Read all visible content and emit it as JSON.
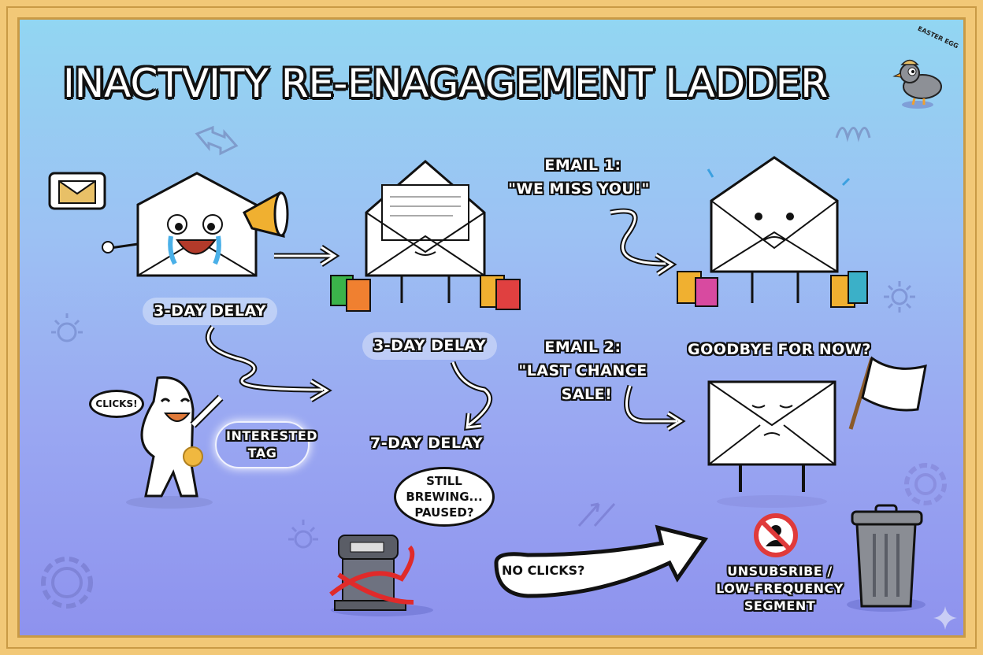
{
  "title": "INACTVITY RE-ENAGAGEMENT LADDER",
  "easter_egg": "EASTER EGG",
  "email1": {
    "line1": "EMAIL 1:",
    "line2": "\"WE MISS YOU!\""
  },
  "email2": {
    "line1": "EMAIL 2:",
    "line2": "\"LAST CHANCE",
    "line3": "SALE!"
  },
  "delays": [
    "3-DAY DELAY",
    "3-DAY DELAY",
    "7-DAY DELAY"
  ],
  "clicks_bubble": "CLICKS!",
  "interested_tag": {
    "line1": "INTERESTED",
    "line2": "TAG"
  },
  "goodbye": "GOODBYE FOR NOW?",
  "brewing_bubble": {
    "line1": "STILL",
    "line2": "BREWING...",
    "line3": "PAUSED?"
  },
  "no_clicks": "NO CLICKS?",
  "unsubscribe": {
    "line1": "UNSUBSRIBE /",
    "line2": "LOW-FREQUENCY",
    "line3": "SEGMENT"
  },
  "colors": {
    "frame": "#f2c877",
    "sky_top": "#92d6f2",
    "sky_bottom": "#8e92ee",
    "no_sign": "#e03a3a",
    "ribbon": "#e02a2a"
  }
}
